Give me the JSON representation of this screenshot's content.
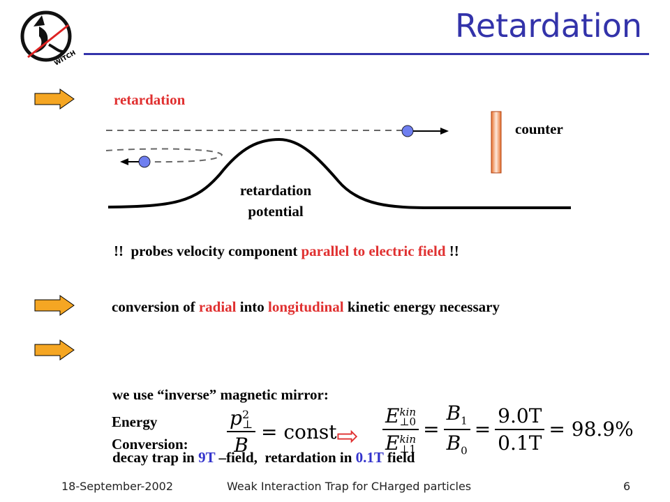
{
  "slide": {
    "title": "Retardation",
    "logo_text": "WITCH"
  },
  "diagram": {
    "retardation_label": "retardation",
    "counter_label": "counter",
    "potential_label_line1": "retardation",
    "potential_label_line2": "potential"
  },
  "statement": {
    "prefix": "!!  probes velocity component ",
    "highlight": "parallel to electric field",
    "suffix": " !!"
  },
  "bullet2": {
    "part1": "conversion of ",
    "red1": "radial",
    "part2": " into ",
    "red2": "longitudinal",
    "part3": " kinetic energy necessary"
  },
  "bullet3": {
    "line1": "we use “inverse” magnetic mirror:",
    "line2_part1": "decay trap in ",
    "line2_blue1": "9T",
    "line2_part2": " –field,  retardation in ",
    "line2_blue2": "0.1T",
    "line2_part3": " field"
  },
  "energy": {
    "label_line1": "Energy",
    "label_line2": "Conversion:",
    "formula1_num": "p",
    "formula1_sub": "⊥",
    "formula1_sup": "2",
    "formula1_den": "B",
    "formula1_rhs": "= const",
    "implies_symbol": "⇨",
    "e_symbol": "E",
    "kin_sup": "kin",
    "sub_num": "⊥0",
    "sub_den": "⊥1",
    "eq": "=",
    "b_num": "B",
    "b_num_sub": "1",
    "b_den": "B",
    "b_den_sub": "0",
    "t_num": "9.0T",
    "t_den": "0.1T",
    "result": "= 98.9%"
  },
  "footer": {
    "date": "18-September-2002",
    "center": "Weak Interaction Trap for CHarged particles",
    "page": "6"
  },
  "colors": {
    "title_blue": "#3333aa",
    "highlight_red": "#e03030",
    "highlight_blue": "#3333cc",
    "arrow_orange": "#f5a623",
    "counter_orange": "#e8702a",
    "ball_blue": "#6f7ff0"
  }
}
